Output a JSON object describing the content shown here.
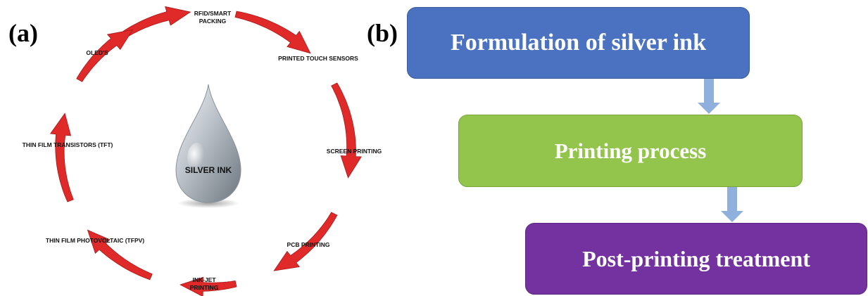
{
  "panel_a": {
    "label": "(a)",
    "center_label": "SILVER INK",
    "applications": [
      "RFID/SMART",
      "PACKING",
      "PRINTED TOUCH SENSORS",
      "SCREEN PRINTING",
      "PCB PRINTING",
      "INK-JET",
      "PRINTING",
      "THIN FILM PHOTOVOLTAIC (TFPV)",
      "THIN FILM TRANSISTORS (TFT)",
      "OLED'S"
    ],
    "arrow_color": "#e02a2a"
  },
  "panel_b": {
    "label": "(b)",
    "steps": [
      {
        "text": "Formulation of silver ink",
        "color": "#4a72c0"
      },
      {
        "text": "Printing process",
        "color": "#93c54c"
      },
      {
        "text": "Post-printing treatment",
        "color": "#7332a0"
      }
    ],
    "connector_color": "#8fb0dc"
  }
}
